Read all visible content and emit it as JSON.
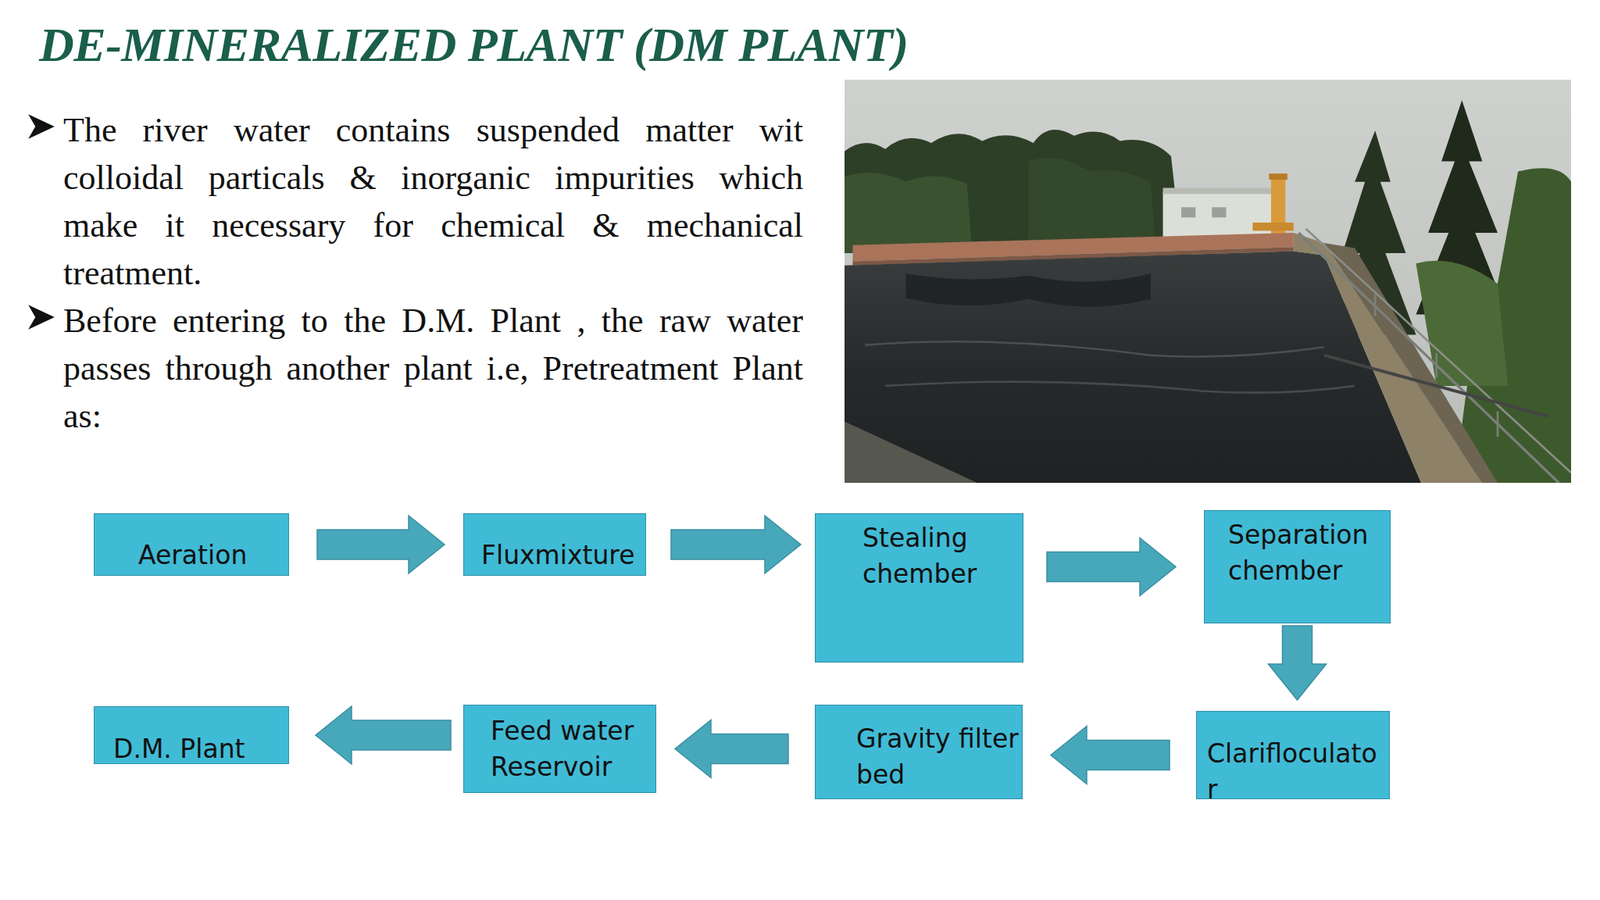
{
  "diagram": {
    "title": "DE-MINERALIZED PLANT (DM PLANT)",
    "nodes": [
      {
        "text": [
          "Aeration"
        ]
      },
      {
        "text": [
          "Fluxmixture"
        ]
      },
      {
        "text": [
          "Stealing chember"
        ]
      },
      {
        "text": [
          "Separation chember"
        ]
      },
      {
        "text": [
          "Clarifloculator"
        ]
      },
      {
        "text": [
          "Gravity filter bed"
        ]
      },
      {
        "text": [
          "Feed water Reservoir"
        ]
      },
      {
        "text": [
          "D.M. Plant"
        ]
      }
    ],
    "edges": [
      {
        "from": 0,
        "to": 1,
        "arrow": "to"
      },
      {
        "from": 1,
        "to": 2,
        "arrow": "to"
      },
      {
        "from": 2,
        "to": 3,
        "arrow": "to"
      },
      {
        "from": 3,
        "to": 4,
        "arrow": "to"
      },
      {
        "from": 4,
        "to": 5,
        "arrow": "to"
      },
      {
        "from": 5,
        "to": 6,
        "arrow": "to"
      },
      {
        "from": 6,
        "to": 7,
        "arrow": "to"
      }
    ],
    "labels": [
      "The river water contains suspended matter wit colloidal particals & inorganic impurities which make it necessary for chemical & mechanical treatment.",
      "Before entering to the D.M. Plant , the raw water passes through another plant i.e, Pretreatment Plant as:"
    ]
  }
}
